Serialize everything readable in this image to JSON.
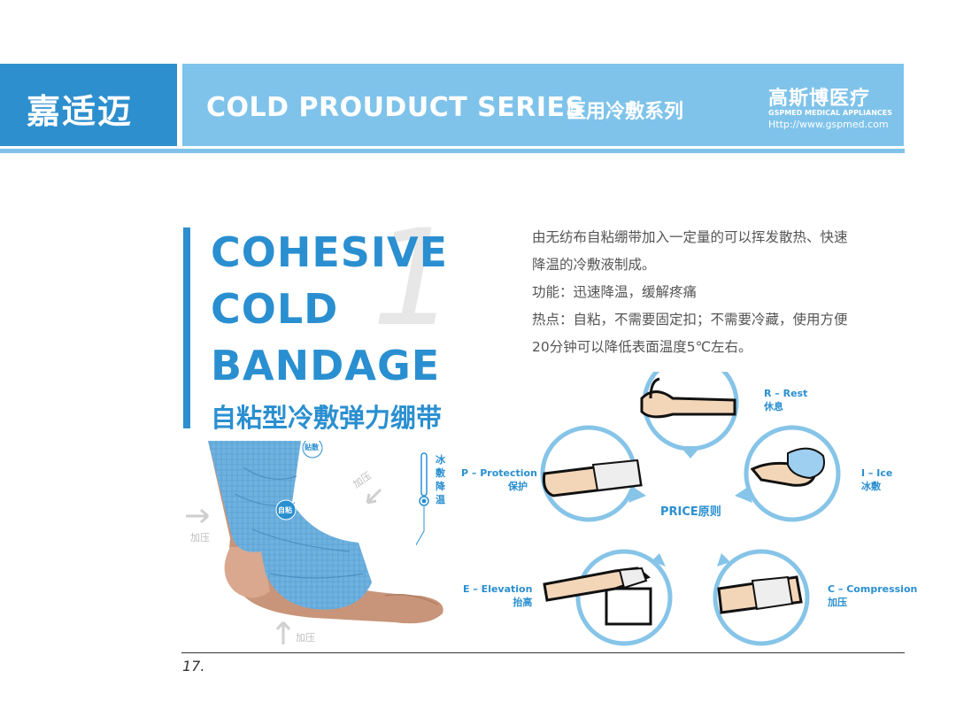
{
  "header": {
    "logo_text": "嘉适迈",
    "series_title": "COLD PROUDUCT SERIES",
    "series_title_cn": "医用冷敷系列",
    "brand_cn": "高斯博医疗",
    "brand_en": "GSPMED MEDICAL APPLIANCES",
    "brand_url": "Http://www.gspmed.com",
    "colors": {
      "primary": "#2e8fce",
      "light": "#7fc3ea"
    }
  },
  "product": {
    "index_number": "1",
    "title_line1": "COHESIVE",
    "title_line2": "COLD",
    "title_line3": "BANDAGE",
    "title_cn": "自粘型冷敷弹力绷带"
  },
  "description": {
    "line1": "由无纺布自粘绷带加入一定量的可以挥发散热、快速",
    "line2": "降温的冷敷液制成。",
    "line3": "功能：迅速降温，缓解疼痛",
    "line4": "热点：自粘，不需要固定扣；不需要冷藏，使用方便",
    "line5": "20分钟可以降低表面温度5℃左右。"
  },
  "illustration": {
    "tag_fold": "贴敷",
    "tag_adhesive": "自粘",
    "press1": "加压",
    "press2": "加压",
    "press3": "加压",
    "therm_label": "冰敷降温"
  },
  "price": {
    "center": "PRICE原则",
    "rest_en": "R – Rest",
    "rest_cn": "休息",
    "ice_en": "I – Ice",
    "ice_cn": "冰敷",
    "compression_en": "C – Compression",
    "compression_cn": "加压",
    "elevation_en": "E – Elevation",
    "elevation_cn": "抬高",
    "protection_en": "P – Protection",
    "protection_cn": "保护"
  },
  "footer": {
    "page": "17."
  }
}
